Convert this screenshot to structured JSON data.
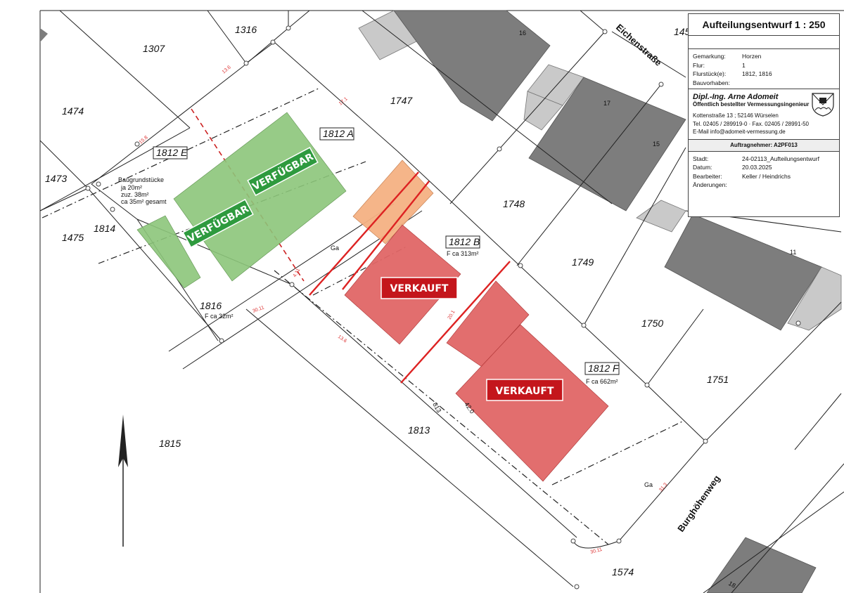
{
  "title_block": {
    "title": "Aufteilungsentwurf 1 : 250",
    "fields": [
      {
        "label": "Gemarkung:",
        "value": "Horzen"
      },
      {
        "label": "Flur:",
        "value": "1"
      },
      {
        "label": "Flurstück(e):",
        "value": "1812, 1816"
      },
      {
        "label": "Bauvorhaben:",
        "value": ""
      }
    ],
    "firm": {
      "name": "Dipl.-Ing. Arne Adomeit",
      "subtitle": "Öffentlich bestellter Vermessungsingenieur",
      "address": "Kottenstraße 13 ; 52146 Würselen",
      "phone_fax": "Tel. 02405 / 289919-0  ·  Fax. 02405 / 28991-50",
      "email": "E-Mail  info@adomeit-vermessung.de"
    },
    "client": "Auftragnehmer: A2PF013",
    "details": [
      {
        "label": "Stadt:",
        "value": "24-02113_Aufteilungsentwurf"
      },
      {
        "label": "Datum:",
        "value": "20.03.2025"
      },
      {
        "label": "Bearbeiter:",
        "value": "Keller / Heindrichs"
      },
      {
        "label": "Änderungen:",
        "value": ""
      }
    ]
  },
  "parcels": {
    "p1307": "1307",
    "p1316": "1316",
    "p145": "145",
    "p1474": "1474",
    "p1473": "1473",
    "p1475": "1475",
    "p1814": "1814",
    "p1747": "1747",
    "p1748": "1748",
    "p1749": "1749",
    "p1750": "1750",
    "p1751": "1751",
    "p1816": "1816",
    "p1815": "1815",
    "p1813": "1813",
    "p1574": "1574"
  },
  "plots": {
    "e": {
      "label": "1812 E",
      "note_1": "Baugrundstücke",
      "note_2": "ja 20m²",
      "note_3": "zuz. 38m²",
      "note_4": "ca 35m² gesamt"
    },
    "a": {
      "label": "1812 A"
    },
    "b": {
      "label": "1812 B",
      "area": "F ca 313m²"
    },
    "f": {
      "label": "1812 F",
      "area": "F ca 662m²"
    },
    "p1816_area": "F ca 32m²"
  },
  "streets": {
    "eichen": "Eichenstraße",
    "burg": "Burghöhenweg"
  },
  "garages": {
    "g1": "Ga",
    "g2": "Ga"
  },
  "house_numbers": {
    "h16": "16",
    "h17": "17",
    "h15": "15",
    "h11": "11",
    "h18": "18"
  },
  "dims": {
    "d1": "813",
    "d2": "42.0"
  },
  "badges": {
    "available_1": "VERFÜGBAR",
    "available_2": "VERFÜGBAR",
    "sold_1": "VERKAUFT",
    "sold_2": "VERKAUFT"
  },
  "colors": {
    "available": "#2e9a3e",
    "sold": "#c4161c",
    "plot_green": "#8cc57a",
    "plot_red": "#e06666",
    "plot_orange": "#f4b183"
  }
}
